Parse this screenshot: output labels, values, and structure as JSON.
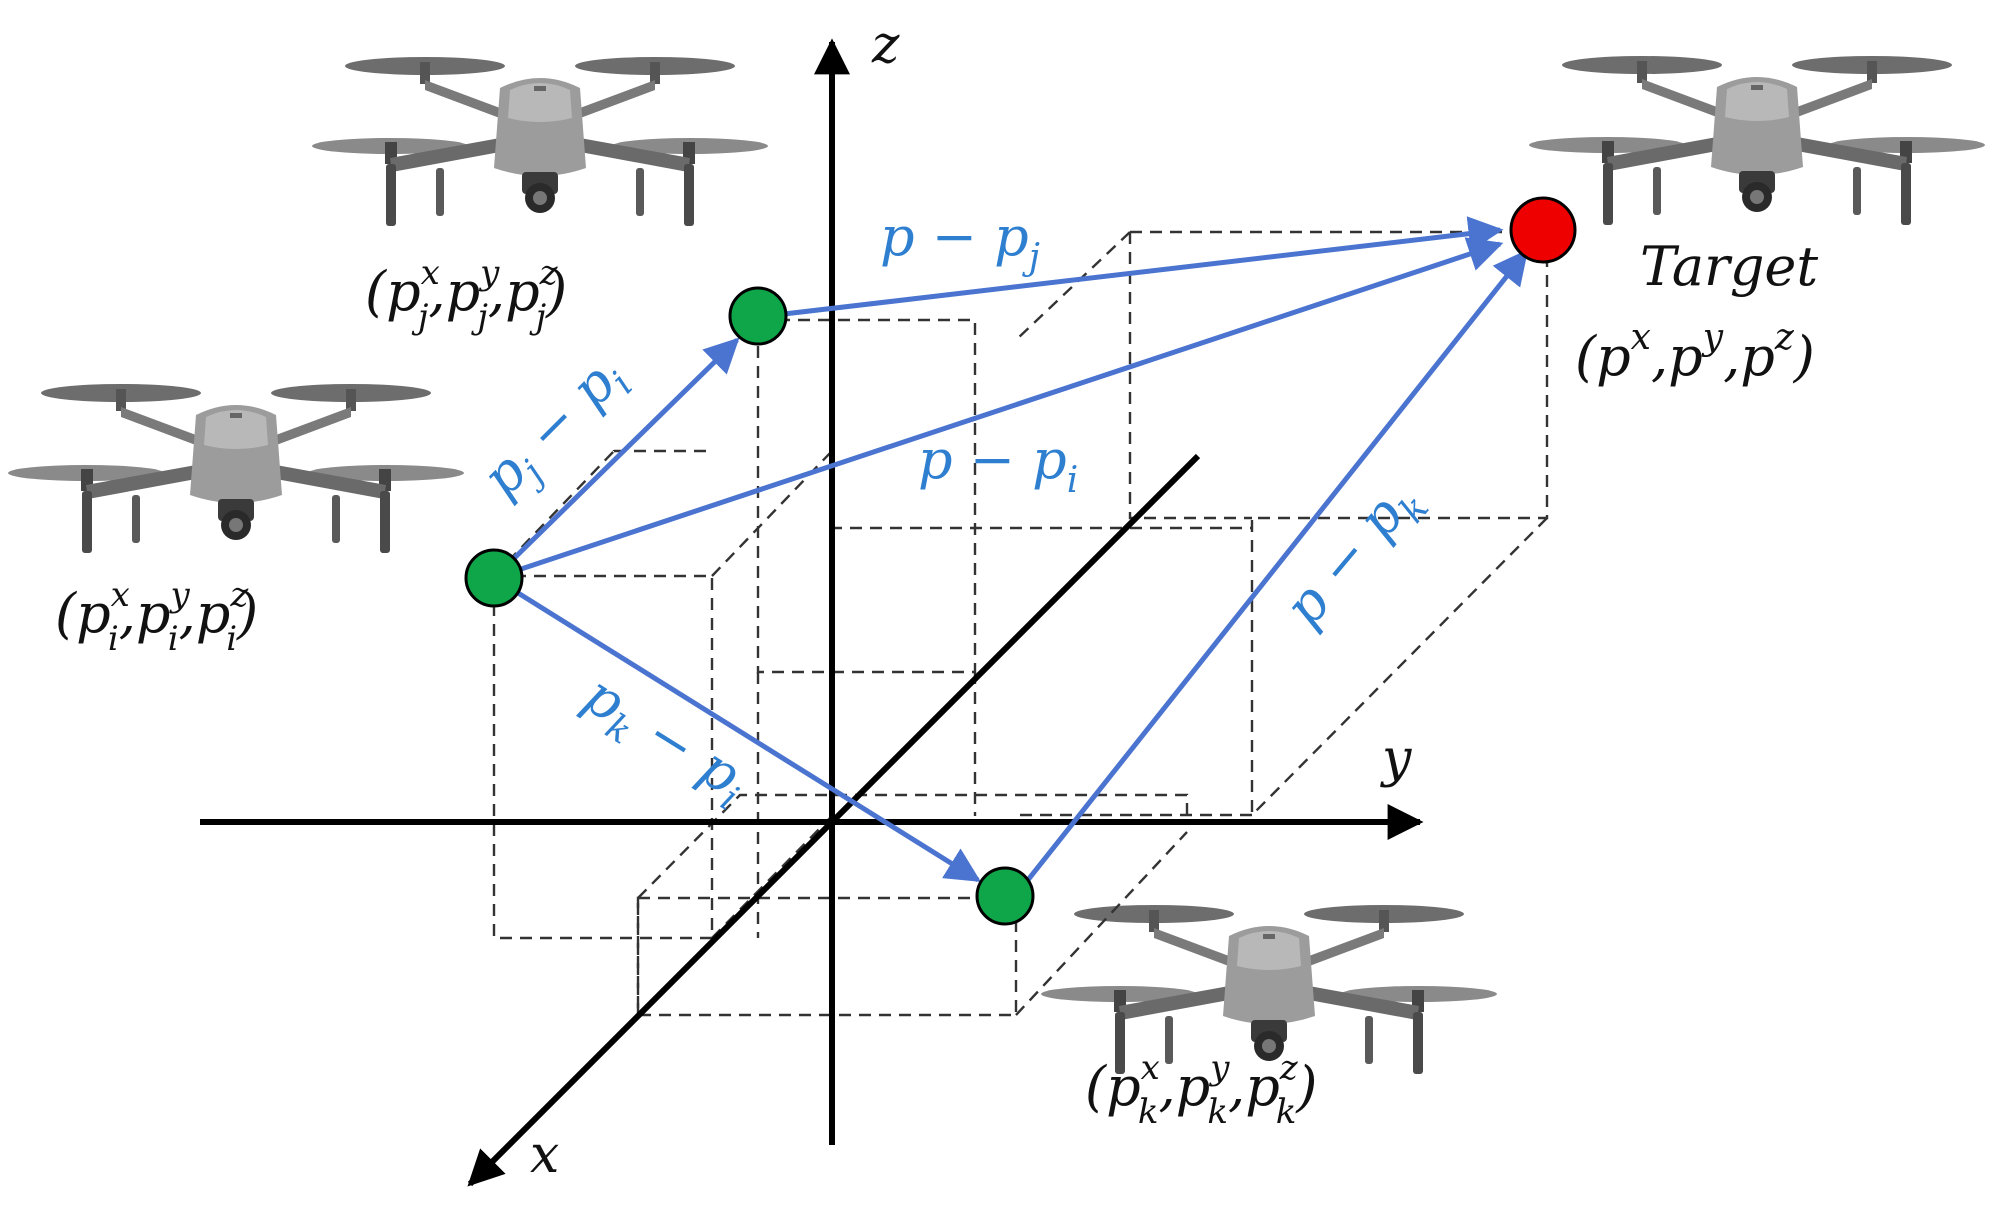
{
  "colors": {
    "vector": "#4a74d0",
    "vector_text": "#2f7fd0",
    "agent_fill": "#0fa64a",
    "target_fill": "#ee0000",
    "axis": "#000000",
    "guide": "#333333"
  },
  "axes": {
    "x": "x",
    "y": "y",
    "z": "z"
  },
  "vectors": {
    "pj_minus_pi": {
      "main": "p",
      "sub": "j",
      "minus": " − ",
      "main2": "p",
      "sub2": "i"
    },
    "p_minus_pj": {
      "main": "p",
      "minus": " − ",
      "main2": "p",
      "sub2": "j"
    },
    "p_minus_pi": {
      "main": "p",
      "minus": " − ",
      "main2": "p",
      "sub2": "i"
    },
    "p_minus_pk": {
      "main": "p",
      "minus": " − ",
      "main2": "p",
      "sub2": "k"
    },
    "pk_minus_pi": {
      "main": "p",
      "sub": "k",
      "minus": " − ",
      "main2": "p",
      "sub2": "i"
    }
  },
  "nodes": {
    "j": {
      "open": "(",
      "p": "p",
      "sup1": "x",
      "sup2": "y",
      "sup3": "z",
      "sub": "j",
      "comma": ",",
      "close": ")"
    },
    "i": {
      "open": "(",
      "p": "p",
      "sup1": "x",
      "sup2": "y",
      "sup3": "z",
      "sub": "i",
      "comma": ",",
      "close": ")"
    },
    "k": {
      "open": "(",
      "p": "p",
      "sup1": "x",
      "sup2": "y",
      "sup3": "z",
      "sub": "k",
      "comma": ",",
      "close": ")"
    }
  },
  "target": {
    "title": "Target",
    "open": "(",
    "p": "p",
    "sup1": "x",
    "sup2": "y",
    "sup3": "z",
    "comma": ",",
    "close": ")"
  },
  "icons": [
    "drone-icon",
    "drone-icon",
    "drone-icon",
    "drone-icon"
  ]
}
